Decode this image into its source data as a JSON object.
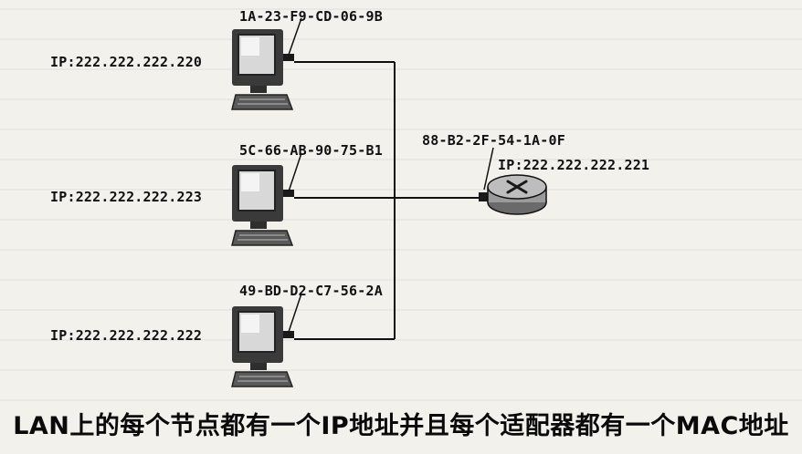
{
  "hosts": [
    {
      "mac": "1A-23-F9-CD-06-9B",
      "ip": "IP:222.222.222.220"
    },
    {
      "mac": "5C-66-AB-90-75-B1",
      "ip": "IP:222.222.222.223"
    },
    {
      "mac": "49-BD-D2-C7-56-2A",
      "ip": "IP:222.222.222.222"
    }
  ],
  "router": {
    "mac": "88-B2-2F-54-1A-0F",
    "ip": "IP:222.222.222.221"
  },
  "icons": {
    "host": "computer-icon",
    "router": "router-icon"
  },
  "caption": "LAN上的每个节点都有一个IP地址并且每个适配器都有一个MAC地址"
}
